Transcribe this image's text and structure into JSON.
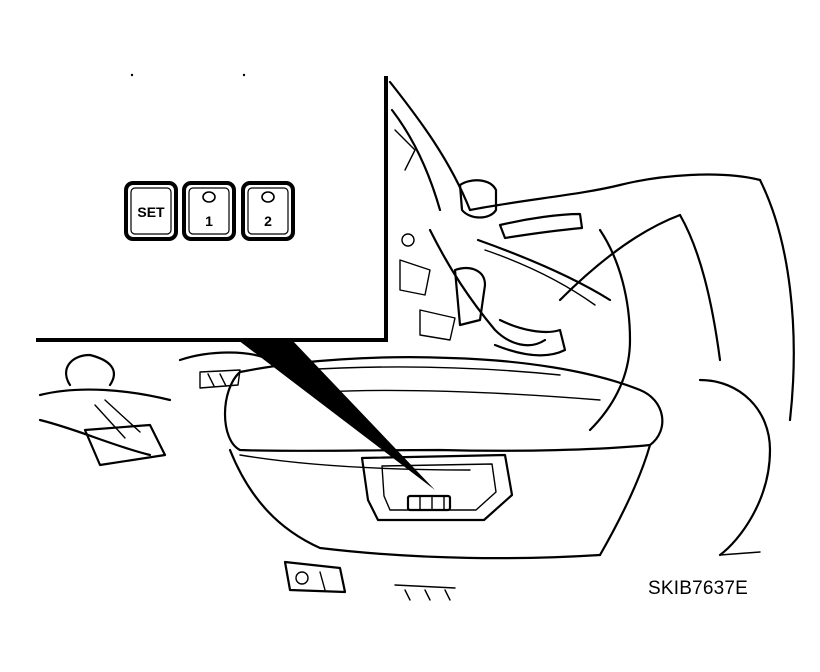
{
  "figure": {
    "reference_code": "SKIB7637E",
    "memory_switch": {
      "set_label": "SET",
      "memory_1_label": "1",
      "memory_2_label": "2"
    }
  }
}
